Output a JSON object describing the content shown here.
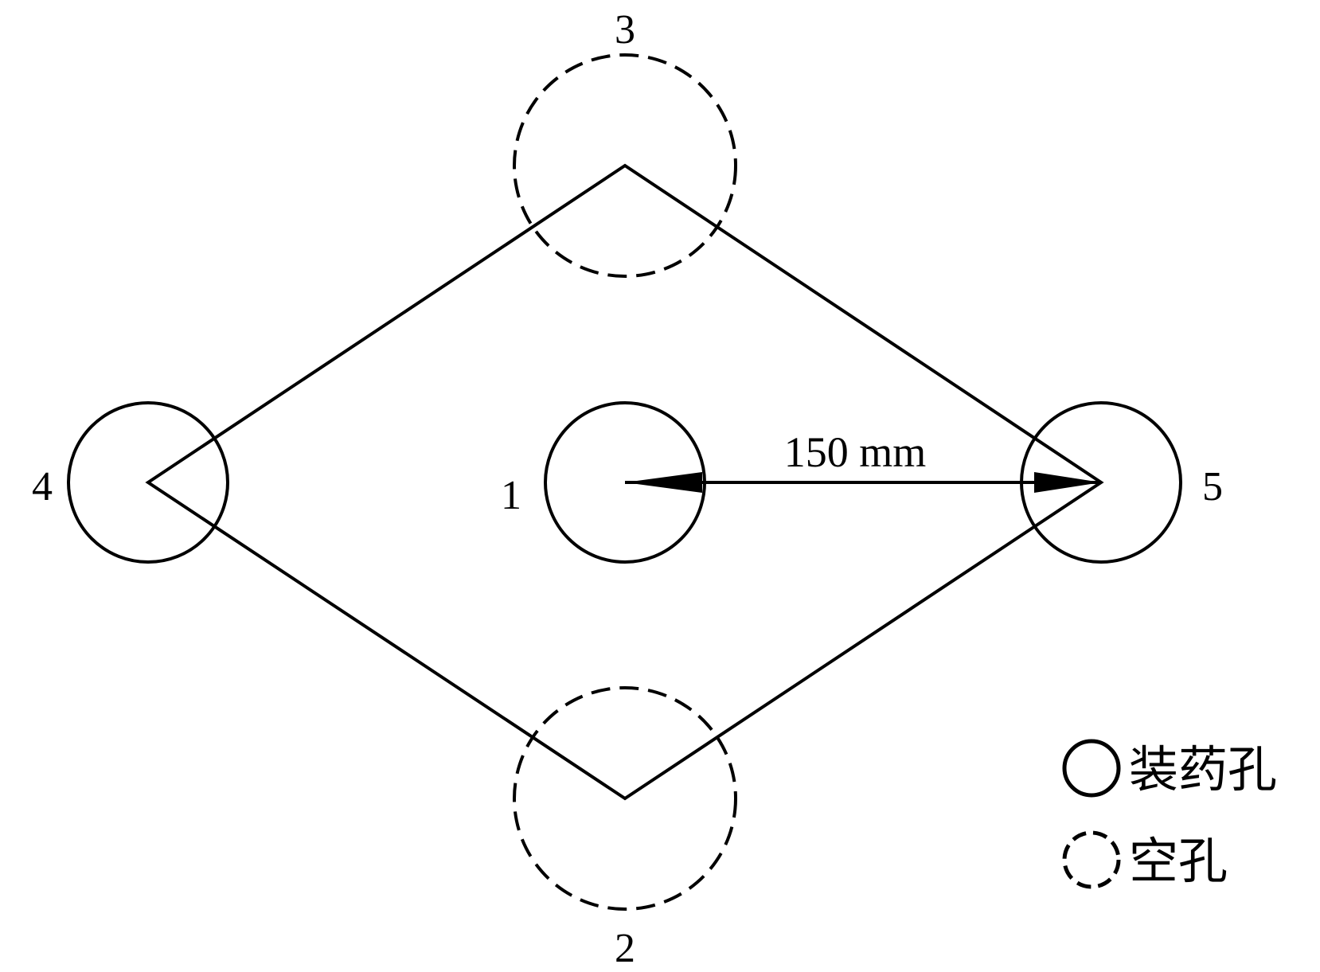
{
  "holes": [
    {
      "id": "1",
      "label": "1",
      "type": "charged"
    },
    {
      "id": "2",
      "label": "2",
      "type": "empty"
    },
    {
      "id": "3",
      "label": "3",
      "type": "empty"
    },
    {
      "id": "4",
      "label": "4",
      "type": "charged"
    },
    {
      "id": "5",
      "label": "5",
      "type": "charged"
    }
  ],
  "dimension": {
    "label": "150 mm"
  },
  "legend": {
    "charged": "装药孔",
    "empty": "空孔"
  },
  "colors": {
    "stroke": "#000000",
    "background": "#ffffff"
  }
}
